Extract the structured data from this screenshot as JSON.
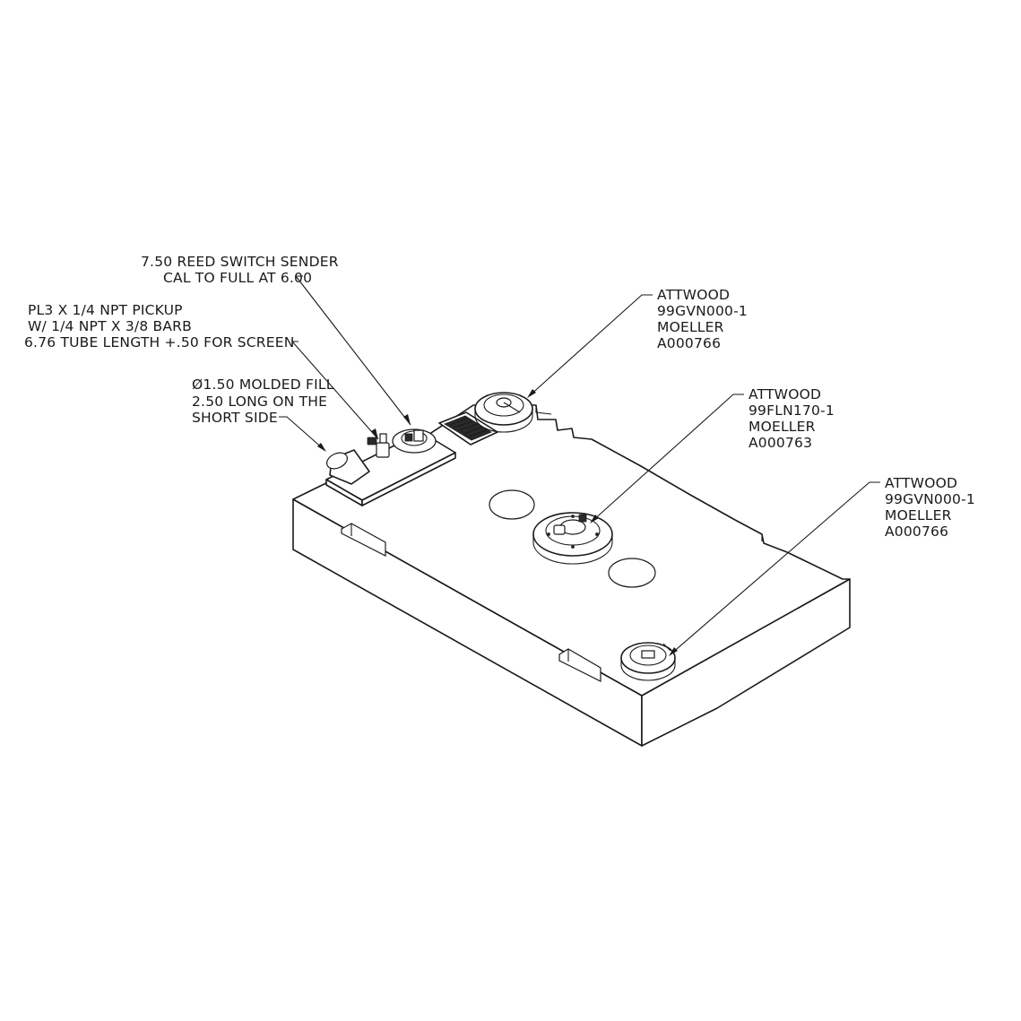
{
  "callouts": {
    "sender": {
      "line1": "7.50 REED SWITCH SENDER",
      "line2": "CAL TO FULL AT 6.00"
    },
    "pickup": {
      "line1": "PL3 X 1/4 NPT PICKUP",
      "line2": "W/ 1/4 NPT X 3/8  BARB",
      "line3": " 6.76 TUBE LENGTH +.50 FOR SCREEN"
    },
    "fill": {
      "line1": "Ø1.50 MOLDED FILL",
      "line2": "2.50 LONG ON THE",
      "line3": "SHORT SIDE"
    },
    "vent_rear": {
      "line1": "ATTWOOD",
      "line2": "99GVN000-1",
      "line3": "MOELLER",
      "line4": "A000766"
    },
    "fill_center": {
      "line1": "ATTWOOD",
      "line2": "99FLN170-1",
      "line3": "MOELLER",
      "line4": "A000763"
    },
    "vent_front": {
      "line1": "ATTWOOD",
      "line2": "99GVN000-1",
      "line3": "MOELLER",
      "line4": "A000766"
    }
  }
}
